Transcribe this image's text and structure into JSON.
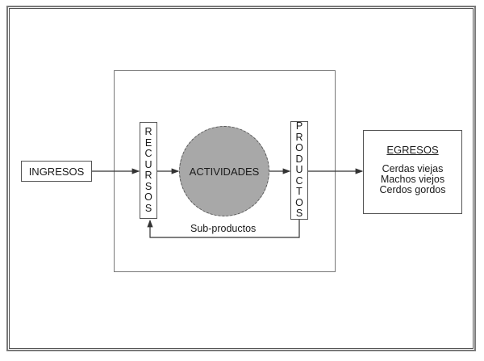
{
  "diagram": {
    "type": "flow",
    "nodes": {
      "ingresos": "INGRESOS",
      "recursos": [
        "R",
        "E",
        "C",
        "U",
        "R",
        "S",
        "O",
        "S"
      ],
      "actividades": "ACTIVIDADES",
      "productos": [
        "P",
        "R",
        "O",
        "D",
        "U",
        "C",
        "T",
        "O",
        "S"
      ],
      "egresos": {
        "title": "EGRESOS",
        "items": [
          "Cerdas viejas",
          "Machos viejos",
          "Cerdos gordos"
        ]
      }
    },
    "feedback_label": "Sub-productos",
    "edges": [
      {
        "from": "INGRESOS",
        "to": "RECURSOS"
      },
      {
        "from": "RECURSOS",
        "to": "ACTIVIDADES"
      },
      {
        "from": "ACTIVIDADES",
        "to": "PRODUCTOS"
      },
      {
        "from": "PRODUCTOS",
        "to": "EGRESOS"
      },
      {
        "from": "PRODUCTOS",
        "to": "RECURSOS",
        "label": "Sub-productos"
      }
    ],
    "colors": {
      "circle_fill": "#a8a8a8",
      "line": "#333333"
    }
  }
}
